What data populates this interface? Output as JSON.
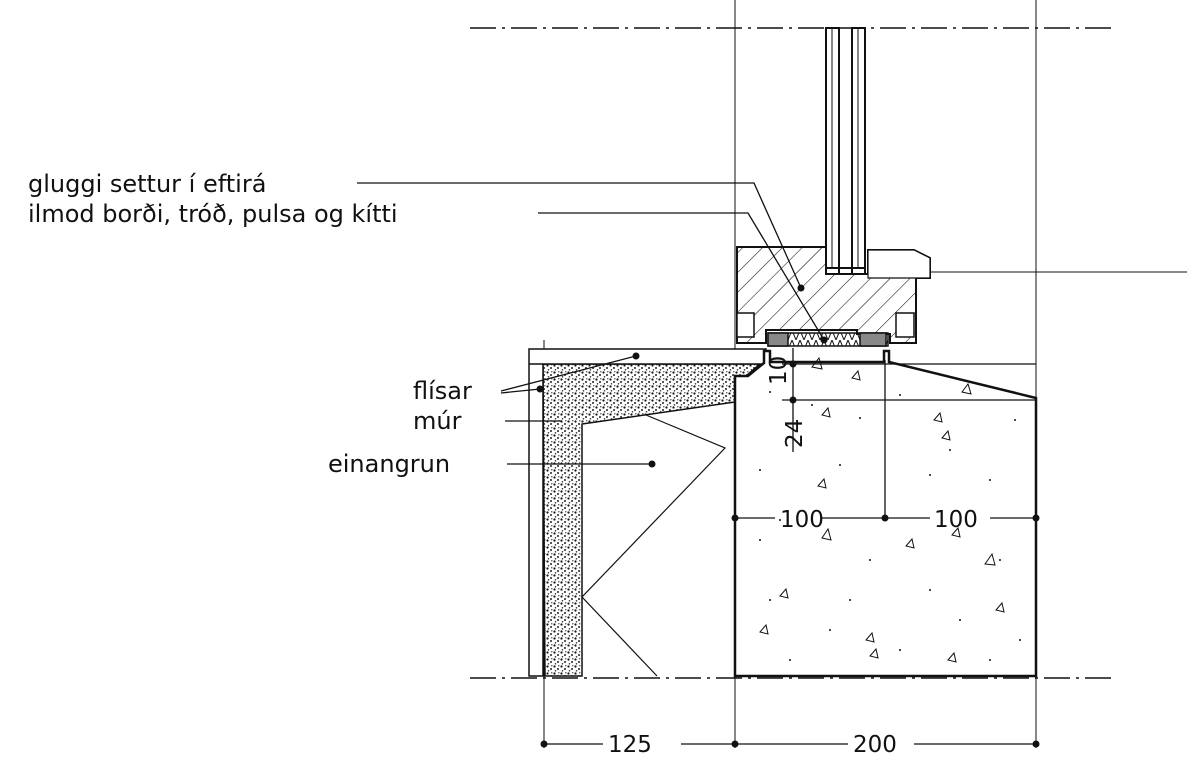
{
  "labels": {
    "window": "gluggi settur í eftirá",
    "seal": "ilmod borði, tróð, pulsa og kítti",
    "tiles": "flísar",
    "mortar": "múr",
    "insulation": "einangrun"
  },
  "dimensions": {
    "d10": "10",
    "d24": "24",
    "d100_left": "100",
    "d100_right": "100",
    "d125": "125",
    "d200": "200"
  },
  "colors": {
    "line": "#111111",
    "fill": "#ffffff"
  }
}
